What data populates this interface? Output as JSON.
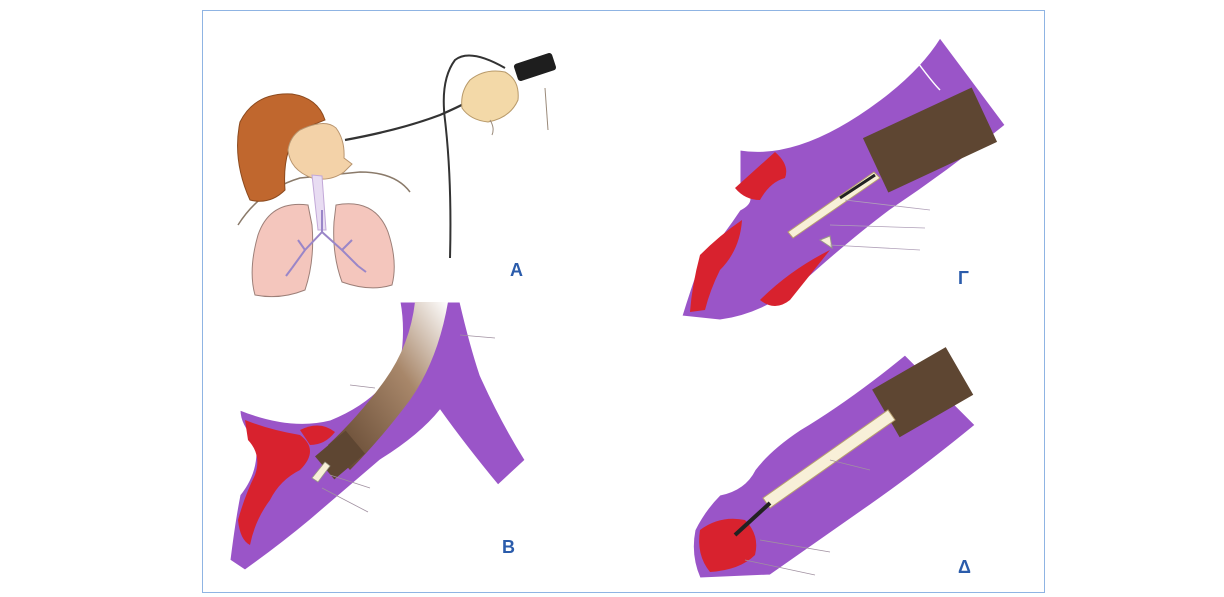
{
  "figure": {
    "panels": [
      {
        "id": "A",
        "label": "Α",
        "depicts": "patient-with-bronchoscope"
      },
      {
        "id": "B",
        "label": "Β",
        "depicts": "bronchoscope-in-airway"
      },
      {
        "id": "G",
        "label": "Γ",
        "depicts": "biopsy-forceps-approaching-lesion"
      },
      {
        "id": "D",
        "label": "Δ",
        "depicts": "instrument-at-tumor"
      }
    ]
  },
  "colors": {
    "frame_border": "#8fb4e3",
    "label": "#2b5cab",
    "airway_wall": "#9a55c8",
    "mucosa_red": "#d8222e",
    "scope": "#5e4632",
    "skin": "#f3d2a8",
    "lungs": "#f4c6bd"
  }
}
